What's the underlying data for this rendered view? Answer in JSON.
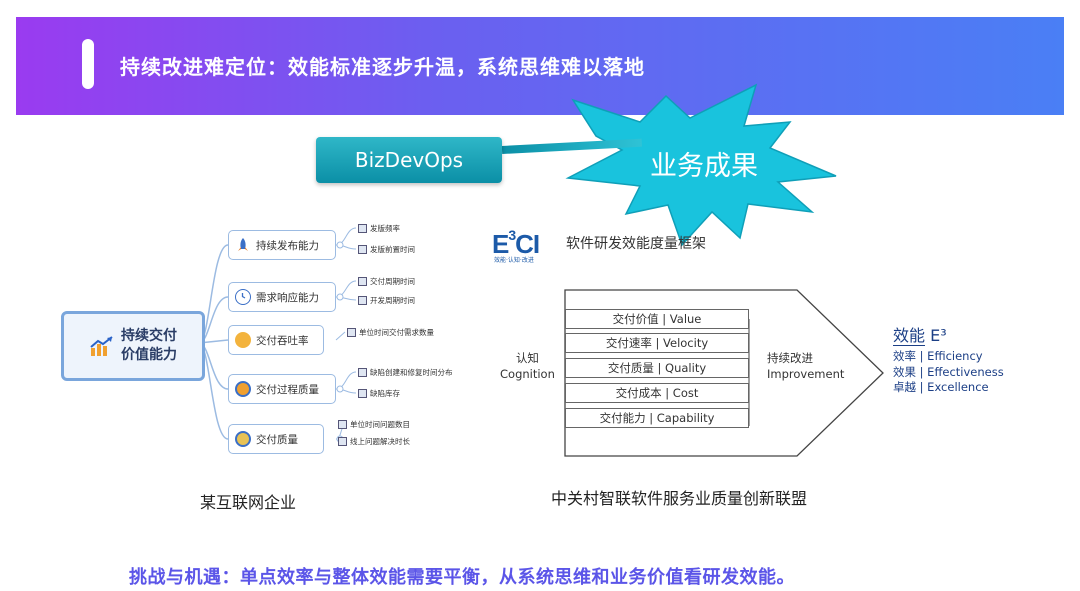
{
  "banner": {
    "title": "持续改进难定位：效能标准逐步升温，系统思维难以落地"
  },
  "bizdevops": {
    "label": "BizDevOps",
    "outcome": "业务成果"
  },
  "mindmap": {
    "root": "持续交付\n价值能力",
    "root_line1": "持续交付",
    "root_line2": "价值能力",
    "nodes": [
      {
        "label": "持续发布能力",
        "icon": "rocket-icon",
        "leaves": [
          "发版频率",
          "发版前置时间"
        ]
      },
      {
        "label": "需求响应能力",
        "icon": "clock-icon",
        "leaves": [
          "交付周期时间",
          "开发周期时间"
        ]
      },
      {
        "label": "交付吞吐率",
        "icon": "gauge-icon",
        "leaves": [
          "单位时间交付需求数量"
        ]
      },
      {
        "label": "交付过程质量",
        "icon": "badge-icon",
        "leaves": [
          "缺陷创建和修复时间分布",
          "缺陷库存"
        ]
      },
      {
        "label": "交付质量",
        "icon": "medal-icon",
        "leaves": [
          "单位时间问题数目",
          "线上问题解决时长"
        ]
      }
    ],
    "caption": "某互联网企业"
  },
  "framework": {
    "logo": "E³CI",
    "logo_main": "E",
    "logo_sup": "3",
    "logo_rest": "CI",
    "logo_sub": "效能·认知·改进",
    "title": "软件研发效能度量框架",
    "cognition_line1": "认知",
    "cognition_line2": "Cognition",
    "items": [
      "交付价值 | Value",
      "交付速率 | Velocity",
      "交付质量 | Quality",
      "交付成本 | Cost",
      "交付能力 | Capability"
    ],
    "improve_line1": "持续改进",
    "improve_line2": "Improvement",
    "e3_title": "效能",
    "e3_sup": "E³",
    "e3_items": [
      "效率 | Efficiency",
      "效果 | Effectiveness",
      "卓越 | Excellence"
    ],
    "caption": "中关村智联软件服务业质量创新联盟"
  },
  "bottom_note": "挑战与机遇：单点效率与整体效能需要平衡，从系统思维和业务价值看研发效能。",
  "colors": {
    "banner_start": "#9a3bf0",
    "banner_end": "#4a7ff5",
    "burst": "#19c3dd",
    "biz_box": "#0b8fa6",
    "note": "#5b55e8",
    "e3_blue": "#1c3f86"
  }
}
